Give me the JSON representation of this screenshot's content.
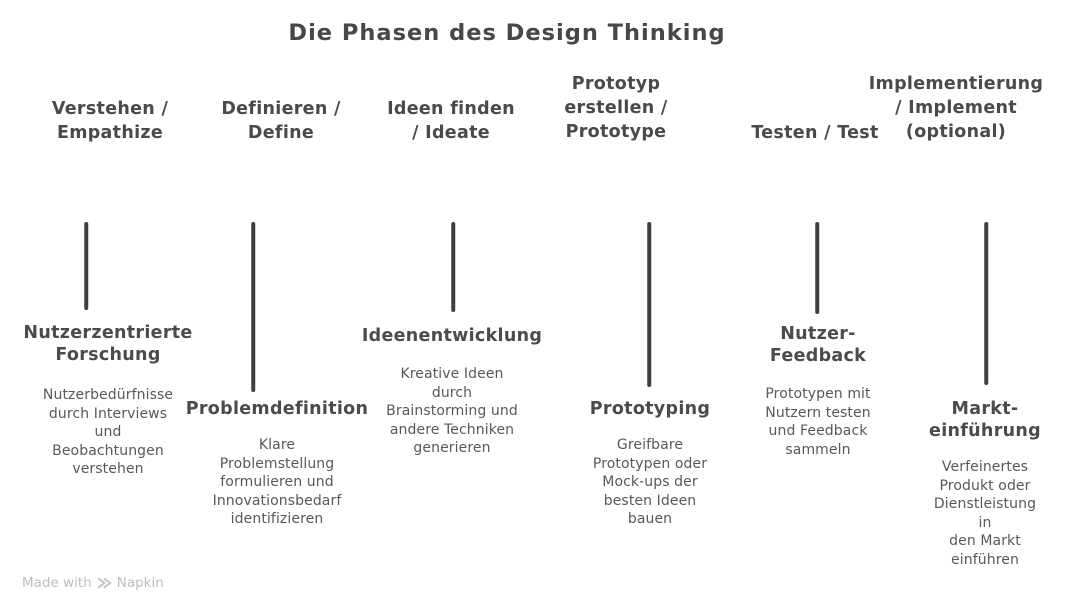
{
  "title": "Die Phasen des Design Thinking",
  "phases": [
    {
      "name": "verstehen-empathize",
      "header": "Verstehen /\nEmpathize",
      "subtitle": "Nutzerzentrierte\nForschung",
      "description": "Nutzerbedürfnisse\ndurch Interviews\nund\nBeobachtungen\nverstehen",
      "icon": "triple-chevron-arrow-icon",
      "color_main": "#dfe5f8",
      "color_light": "#f1f4fc"
    },
    {
      "name": "definieren-define",
      "header": "Definieren /\nDefine",
      "subtitle": "Problemdefinition",
      "description": "Klare\nProblemstellung\nformulieren und\nInnovationsbedarf\nidentifizieren",
      "icon": "triple-chevron-arrow-icon",
      "color_main": "#c6e8f7",
      "color_light": "#e5f4fb"
    },
    {
      "name": "ideen-finden-ideate",
      "header": "Ideen finden\n/ Ideate",
      "subtitle": "Ideenentwicklung",
      "description": "Kreative Ideen\ndurch\nBrainstorming und\nandere Techniken\ngenerieren",
      "icon": "triple-chevron-arrow-icon",
      "color_main": "#c4f0d7",
      "color_light": "#e4f8ee"
    },
    {
      "name": "prototyp-erstellen-prototype",
      "header": "Prototyp\nerstellen /\nPrototype",
      "subtitle": "Prototyping",
      "description": "Greifbare\nPrototypen oder\nMock-ups der\nbesten Ideen\nbauen",
      "icon": "triple-chevron-arrow-icon",
      "color_main": "#e1f0a3",
      "color_light": "#f1f7d2"
    },
    {
      "name": "testen-test",
      "header": "Testen / Test",
      "subtitle": "Nutzer-\nFeedback",
      "description": "Prototypen mit\nNutzern testen\nund Feedback\nsammeln",
      "icon": "triple-chevron-arrow-icon",
      "color_main": "#f9f0a8",
      "color_light": "#fcf8d8"
    },
    {
      "name": "implementierung-implement",
      "header": "Implementierung\n/ Implement\n(optional)",
      "subtitle": "Markt-\neinführung",
      "description": "Verfeinertes\nProdukt oder\nDienstleistung in\nden Markt\neinführen",
      "icon": "triple-chevron-arrow-icon",
      "color_main": "#f8dcc2",
      "color_light": "#fceee1"
    }
  ],
  "colors": {
    "ink": "#3e3e3e",
    "heading_text": "#4a4a4a",
    "body_text": "#585858",
    "footer_text": "#bdbdbd",
    "background": "#ffffff"
  },
  "footer": {
    "made_with": "Made with",
    "brand": "Napkin",
    "logo_icon": "napkin-logo-icon"
  }
}
